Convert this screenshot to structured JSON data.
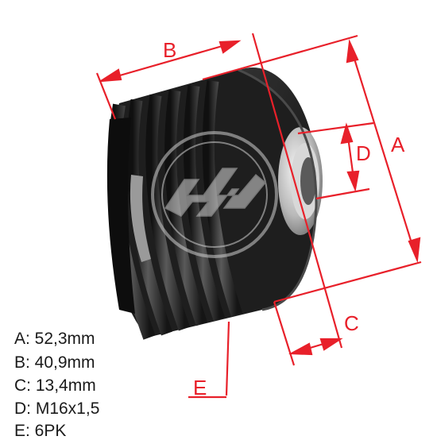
{
  "dimension_letters": {
    "a": "A",
    "b": "B",
    "c": "C",
    "d": "D",
    "e": "E"
  },
  "specs": [
    "A: 52,3mm",
    "B: 40,9mm",
    "C: 13,4mm",
    "D: M16x1,5",
    "E: 6PK"
  ],
  "colors": {
    "dimension_red": "#e8202a",
    "pulley_dark": "#2a2a2a",
    "watermark": "#cfcfcf"
  },
  "icons": {
    "watermark": "logo-watermark-icon"
  }
}
